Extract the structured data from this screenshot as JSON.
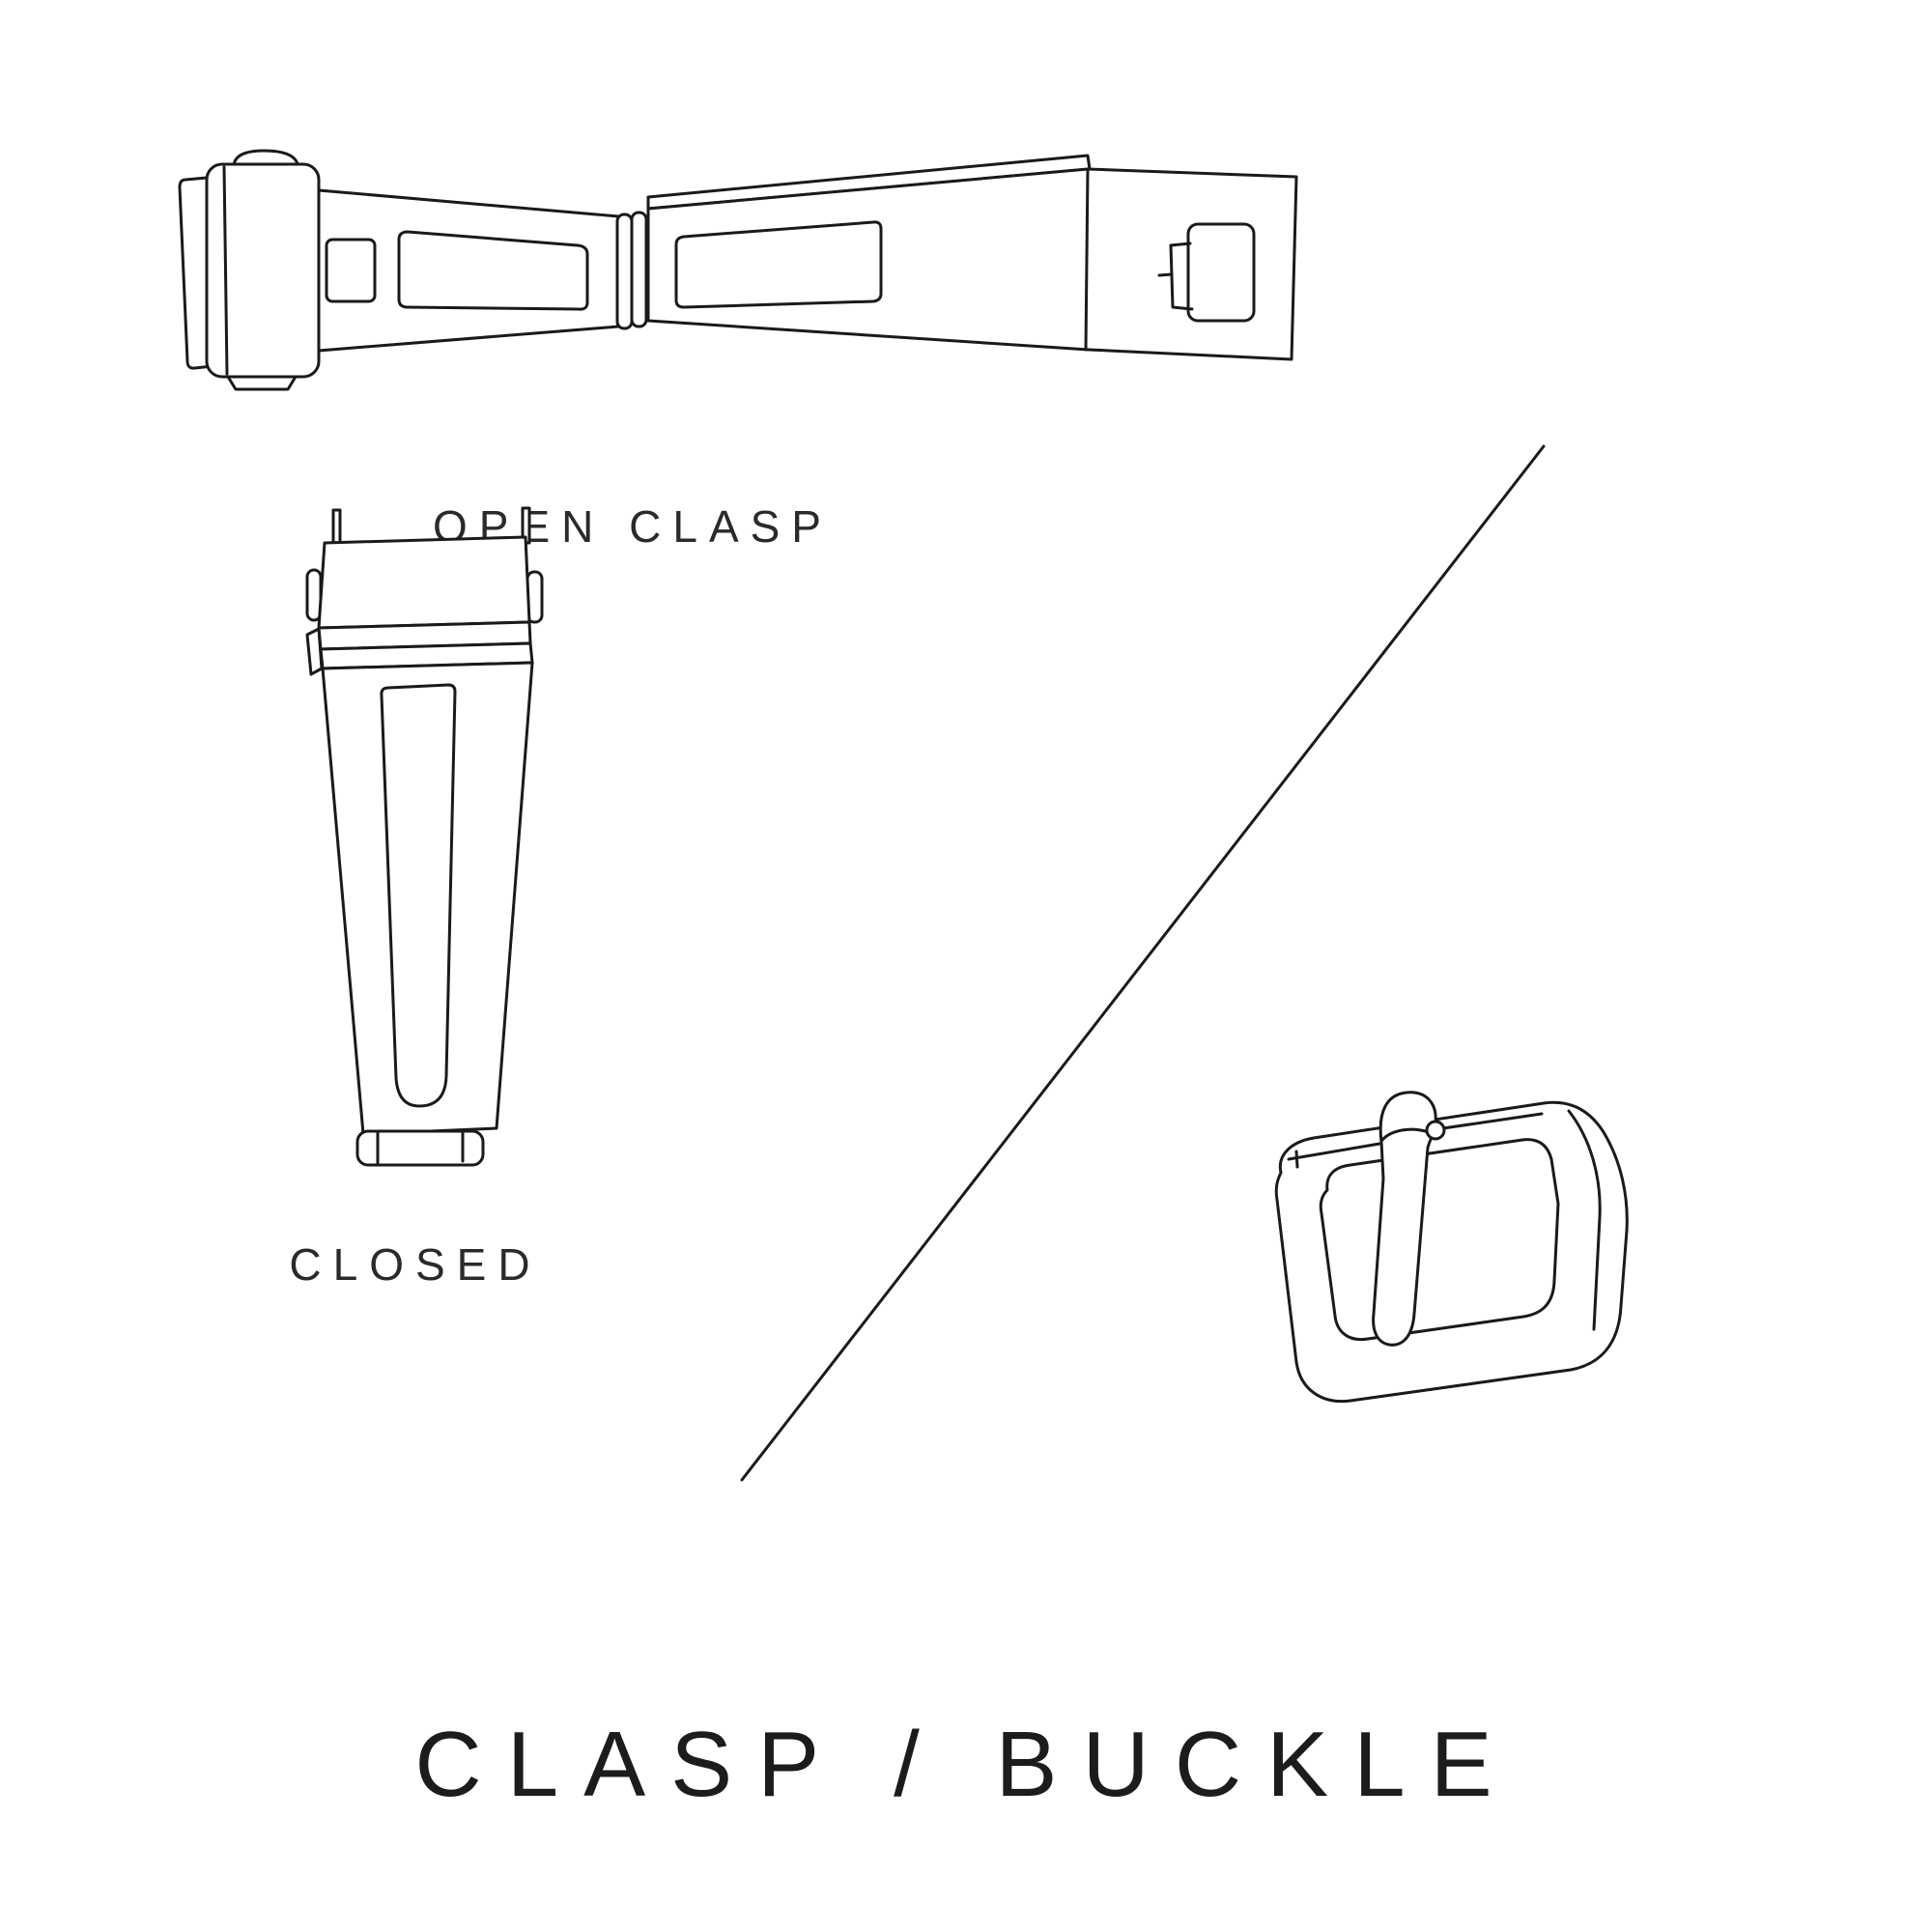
{
  "page": {
    "background": "#ffffff",
    "line_color": "#1a1a1a",
    "text_color": "#2a2a2a"
  },
  "labels": {
    "open_clasp": "OPEN CLASP",
    "closed": "CLOSED"
  },
  "title": "CLASP / BUCKLE",
  "illustrations": {
    "open_clasp": "open-clasp-line-drawing",
    "closed_clasp": "closed-clasp-line-drawing",
    "buckle": "buckle-line-drawing",
    "divider": "diagonal-divider-line"
  }
}
